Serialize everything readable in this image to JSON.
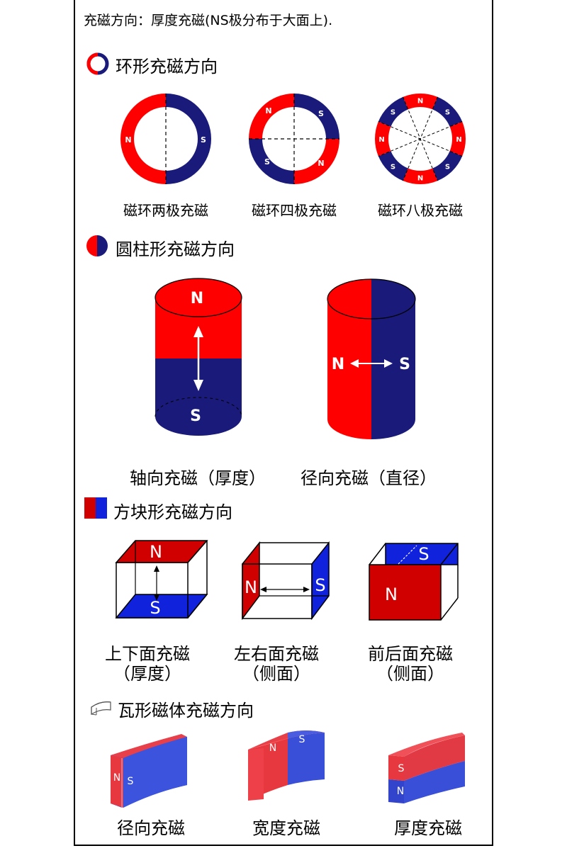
{
  "header_note": "充磁方向：厚度充磁(NS极分布于大面上).",
  "colors": {
    "north": "#ff0000",
    "south": "#1a1a7a",
    "block_red": "#d10000",
    "block_blue": "#1122dd"
  },
  "ring": {
    "title": "环形充磁方向",
    "icon": "ring-icon",
    "items": [
      {
        "label": "磁环两极充磁",
        "poles": [
          "N",
          "S"
        ]
      },
      {
        "label": "磁环四极充磁",
        "poles": [
          "N",
          "S",
          "N",
          "S"
        ]
      },
      {
        "label": "磁环八极充磁",
        "poles": [
          "N",
          "S",
          "N",
          "S",
          "N",
          "S",
          "N",
          "S"
        ]
      }
    ]
  },
  "cylinder": {
    "title": "圆柱形充磁方向",
    "icon": "half-circle-icon",
    "items": [
      {
        "label": "轴向充磁（厚度）",
        "top_pole": "N",
        "bottom_pole": "S"
      },
      {
        "label": "径向充磁（直径）",
        "left_pole": "N",
        "right_pole": "S"
      }
    ]
  },
  "block": {
    "title": "方块形充磁方向",
    "icon": "red-blue-square-icon",
    "items": [
      {
        "label_line1": "上下面充磁",
        "label_line2": "（厚度）",
        "pole_a": "N",
        "pole_b": "S"
      },
      {
        "label_line1": "左右面充磁",
        "label_line2": "（侧面）",
        "pole_a": "N",
        "pole_b": "S"
      },
      {
        "label_line1": "前后面充磁",
        "label_line2": "（侧面）",
        "pole_a": "N",
        "pole_b": "S"
      }
    ]
  },
  "arc": {
    "title": "瓦形磁体充磁方向",
    "icon": "arc-segment-icon",
    "items": [
      {
        "label": "径向充磁",
        "pole_a": "N",
        "pole_b": "S"
      },
      {
        "label": "宽度充磁",
        "pole_a": "N",
        "pole_b": "S"
      },
      {
        "label": "厚度充磁",
        "pole_a": "S",
        "pole_b": "N"
      }
    ]
  }
}
